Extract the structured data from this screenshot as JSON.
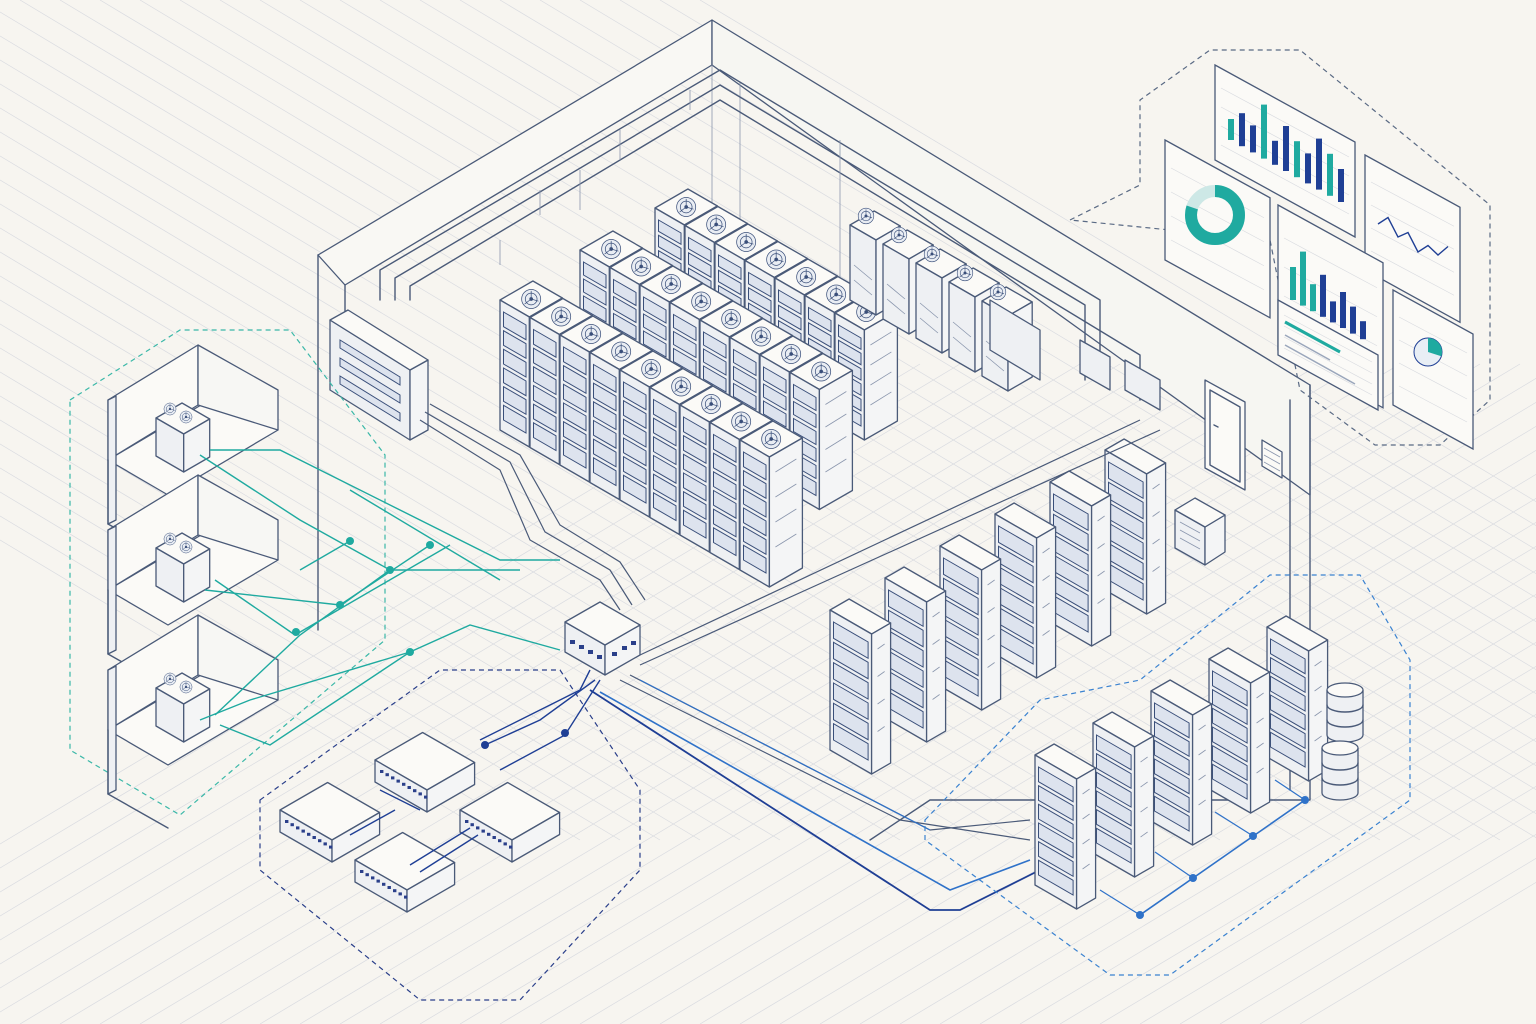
{
  "colors": {
    "ink": "#4a5a78",
    "teal": "#1faaa0",
    "blue": "#2f72c9",
    "navy": "#1f3f95",
    "rack_slot": "#3a4f7a",
    "background": "#f7f5f0"
  },
  "zones": [
    {
      "name": "cooling-units-zone",
      "color": "#3bb8a8"
    },
    {
      "name": "network-switches-zone",
      "color": "#2a3f8a"
    },
    {
      "name": "storage-zone",
      "color": "#3a82d0"
    },
    {
      "name": "dashboard-zone",
      "color": "#5a6a84"
    }
  ],
  "icons": [
    "server-rack-icon",
    "fan-icon",
    "network-switch-icon",
    "database-icon",
    "bar-chart-icon",
    "donut-chart-icon",
    "line-chart-icon",
    "pie-chart-icon",
    "door-icon",
    "hvac-unit-icon"
  ],
  "dashboard": {
    "bar_chart_a": [
      0.35,
      0.55,
      0.45,
      0.9,
      0.4,
      0.75,
      0.6,
      0.5,
      0.85,
      0.7,
      0.55
    ],
    "bar_chart_b": [
      0.55,
      0.9,
      0.45,
      0.7,
      0.35,
      0.6,
      0.45,
      0.3
    ],
    "line_chart": [
      0.4,
      0.7,
      0.35,
      0.6,
      0.25,
      0.55,
      0.45,
      0.8
    ],
    "donut_fraction": 0.8,
    "pie_fraction": 0.3
  }
}
